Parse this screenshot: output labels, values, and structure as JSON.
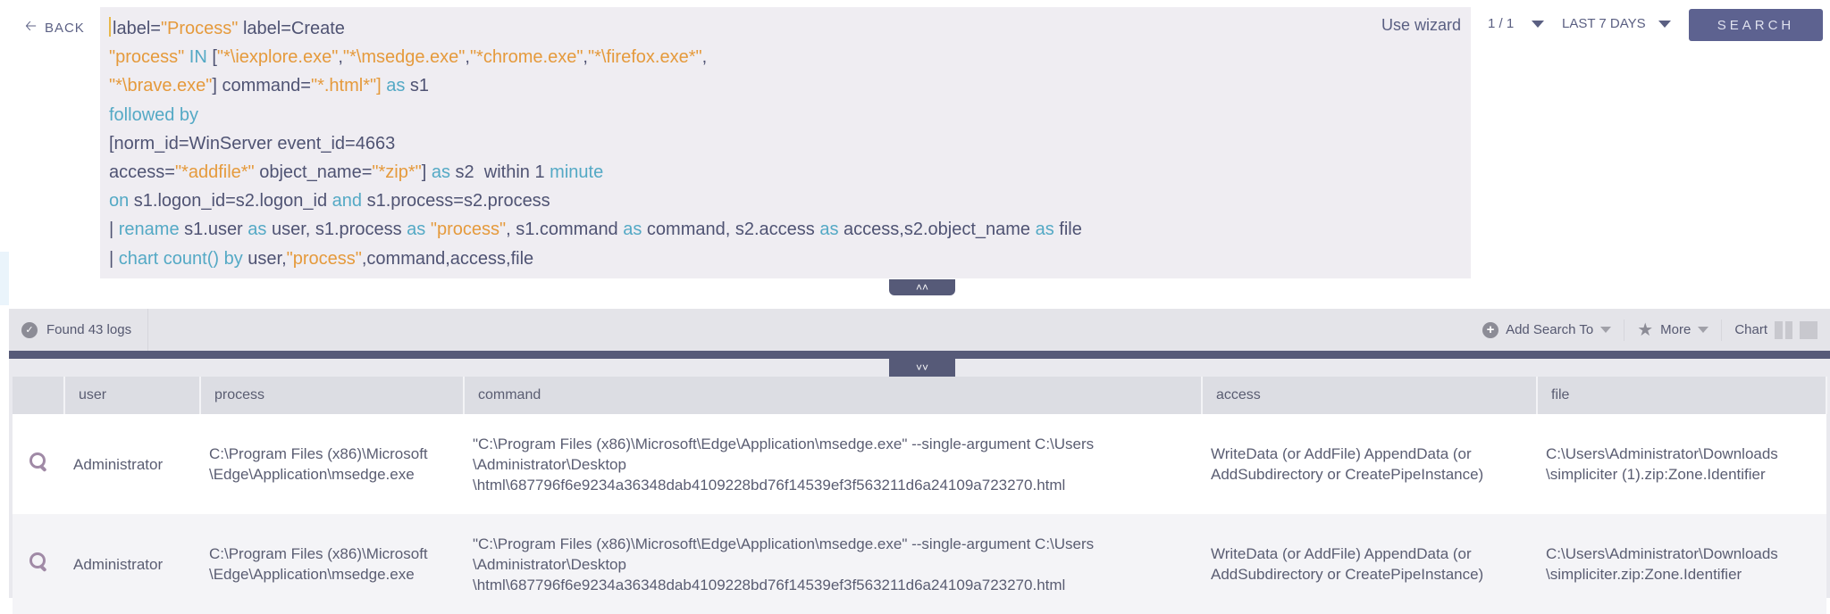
{
  "nav": {
    "back_label": "BACK"
  },
  "query": {
    "lines": [
      [
        {
          "t": "label=",
          "c": "p"
        },
        {
          "t": "\"Process\"",
          "c": "str"
        },
        {
          "t": " label=Create",
          "c": "p"
        }
      ],
      [
        {
          "t": "\"process\"",
          "c": "str"
        },
        {
          "t": " ",
          "c": "p"
        },
        {
          "t": "IN",
          "c": "kw"
        },
        {
          "t": " [",
          "c": "p"
        },
        {
          "t": "\"*\\iexplore.exe\"",
          "c": "str"
        },
        {
          "t": ",",
          "c": "p"
        },
        {
          "t": "\"*\\msedge.exe\"",
          "c": "str"
        },
        {
          "t": ",",
          "c": "p"
        },
        {
          "t": "\"*chrome.exe\"",
          "c": "str"
        },
        {
          "t": ",",
          "c": "p"
        },
        {
          "t": "\"*\\firefox.exe*\"",
          "c": "str"
        },
        {
          "t": ",",
          "c": "p"
        }
      ],
      [
        {
          "t": "\"*\\brave.exe\"",
          "c": "str"
        },
        {
          "t": "] command=",
          "c": "p"
        },
        {
          "t": "\"*.html*\"",
          "c": "str"
        },
        {
          "t": "] ",
          "c": "str"
        },
        {
          "t": "as",
          "c": "kw"
        },
        {
          "t": " s1",
          "c": "p"
        }
      ],
      [
        {
          "t": "followed by",
          "c": "kw"
        }
      ],
      [
        {
          "t": "[norm_id=WinServer event_id=4663",
          "c": "p"
        }
      ],
      [
        {
          "t": "access=",
          "c": "p"
        },
        {
          "t": "\"*addfile*\"",
          "c": "str"
        },
        {
          "t": " object_name=",
          "c": "p"
        },
        {
          "t": "\"*zip*\"",
          "c": "str"
        },
        {
          "t": "] ",
          "c": "p"
        },
        {
          "t": "as",
          "c": "kw"
        },
        {
          "t": " s2  within 1 ",
          "c": "p"
        },
        {
          "t": "minute",
          "c": "kw"
        }
      ],
      [
        {
          "t": "on",
          "c": "kw"
        },
        {
          "t": " s1.logon_id=s2.logon_id ",
          "c": "p"
        },
        {
          "t": "and",
          "c": "kw"
        },
        {
          "t": " s1.process=s2.process",
          "c": "p"
        }
      ],
      [
        {
          "t": "| ",
          "c": "p"
        },
        {
          "t": "rename",
          "c": "kw"
        },
        {
          "t": " s1.user ",
          "c": "p"
        },
        {
          "t": "as",
          "c": "kw"
        },
        {
          "t": " user, s1.process ",
          "c": "p"
        },
        {
          "t": "as",
          "c": "kw"
        },
        {
          "t": " ",
          "c": "p"
        },
        {
          "t": "\"process\"",
          "c": "str"
        },
        {
          "t": ", s1.command ",
          "c": "p"
        },
        {
          "t": "as",
          "c": "kw"
        },
        {
          "t": " command, s2.access ",
          "c": "p"
        },
        {
          "t": "as",
          "c": "kw"
        },
        {
          "t": " access,s2.object_name ",
          "c": "p"
        },
        {
          "t": "as",
          "c": "kw"
        },
        {
          "t": " file",
          "c": "p"
        }
      ],
      [
        {
          "t": "| ",
          "c": "p"
        },
        {
          "t": "chart count()",
          "c": "kw"
        },
        {
          "t": " ",
          "c": "p"
        },
        {
          "t": "by",
          "c": "kw"
        },
        {
          "t": " user,",
          "c": "p"
        },
        {
          "t": "\"process\"",
          "c": "str"
        },
        {
          "t": ",command,access,file",
          "c": "p"
        }
      ]
    ]
  },
  "toolbar": {
    "use_wizard": "Use wizard",
    "paging": "1 / 1",
    "time_range": "LAST 7 DAYS",
    "search_label": "SEARCH"
  },
  "status": {
    "found": "Found 43 logs",
    "add_search_to": "Add Search To",
    "more": "More",
    "chart": "Chart"
  },
  "table": {
    "columns": [
      "user",
      "process",
      "command",
      "access",
      "file"
    ],
    "rows": [
      {
        "user": "Administrator",
        "process": [
          "C:\\Program Files (x86)\\Microsoft",
          "\\Edge\\Application\\msedge.exe"
        ],
        "command": [
          "\"C:\\Program Files (x86)\\Microsoft\\Edge\\Application\\msedge.exe\" --single-argument C:\\Users",
          "\\Administrator\\Desktop",
          "\\html\\687796f6e9234a36348dab4109228bd76f14539ef3f563211d6a24109a723270.html"
        ],
        "access": [
          "WriteData (or AddFile) AppendData (or",
          "AddSubdirectory or CreatePipeInstance)"
        ],
        "file": [
          "C:\\Users\\Administrator\\Downloads",
          "\\simpliciter (1).zip:Zone.Identifier"
        ]
      },
      {
        "user": "Administrator",
        "process": [
          "C:\\Program Files (x86)\\Microsoft",
          "\\Edge\\Application\\msedge.exe"
        ],
        "command": [
          "\"C:\\Program Files (x86)\\Microsoft\\Edge\\Application\\msedge.exe\" --single-argument C:\\Users",
          "\\Administrator\\Desktop",
          "\\html\\687796f6e9234a36348dab4109228bd76f14539ef3f563211d6a24109a723270.html"
        ],
        "access": [
          "WriteData (or AddFile) AppendData (or",
          "AddSubdirectory or CreatePipeInstance)"
        ],
        "file": [
          "C:\\Users\\Administrator\\Downloads",
          "\\simpliciter.zip:Zone.Identifier"
        ]
      }
    ]
  },
  "colors": {
    "accent": "#5d6290",
    "string": "#e59a3c",
    "keyword": "#54a9c5",
    "query_bg": "#efedf2"
  }
}
